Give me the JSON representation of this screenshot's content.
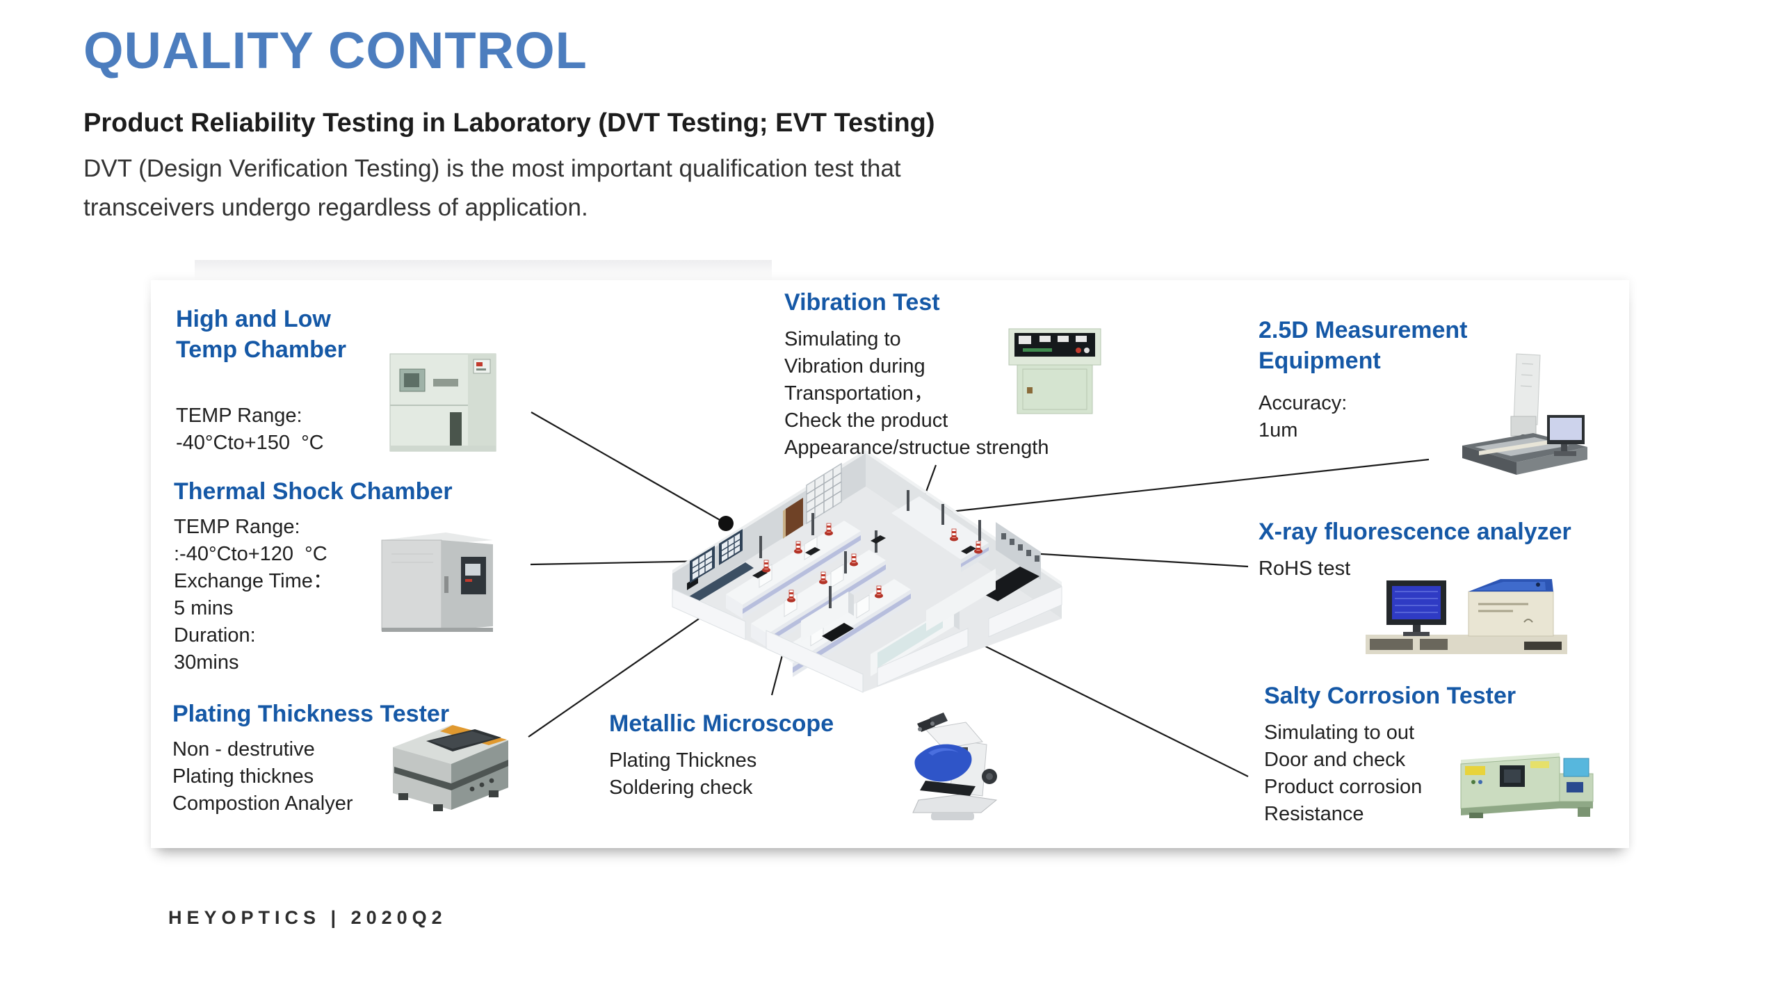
{
  "page": {
    "title": "QUALITY CONTROL",
    "subtitle": "Product Reliability Testing in Laboratory (DVT Testing; EVT Testing)",
    "description_lines": [
      "DVT (Design Verification Testing) is the most important qualification test that",
      "transceivers undergo regardless of application."
    ],
    "footer": "HEYOPTICS | 2020Q2"
  },
  "colors": {
    "title_blue": "#4C7DBE",
    "heading_blue": "#1558A6",
    "body_text": "#202020",
    "connector_line": "#1a1a1a"
  },
  "callouts": {
    "temp_chamber": {
      "title_lines": [
        "High and Low",
        "Temp Chamber"
      ],
      "body_lines": [
        "TEMP Range:",
        "-40°Cto+150  °C"
      ]
    },
    "thermal_shock": {
      "title_lines": [
        "Thermal Shock Chamber"
      ],
      "body_lines": [
        "TEMP Range:",
        ":-40°Cto+120  °C",
        "Exchange Time：",
        "5 mins",
        "Duration:",
        "30mins"
      ]
    },
    "plating": {
      "title_lines": [
        "Plating Thickness Tester"
      ],
      "body_lines": [
        "Non - destrutive",
        "Plating thicknes",
        "Compostion Analyer"
      ]
    },
    "vibration": {
      "title_lines": [
        "Vibration Test"
      ],
      "body_lines": [
        "Simulating to",
        "Vibration during",
        "Transportation，",
        "Check the product",
        "Appearance/structue strength"
      ]
    },
    "metallic": {
      "title_lines": [
        "Metallic Microscope"
      ],
      "body_lines": [
        "Plating Thicknes",
        "Soldering check"
      ]
    },
    "measurement_2_5d": {
      "title_lines": [
        "2.5D Measurement",
        "Equipment"
      ],
      "body_lines": [
        "Accuracy:",
        "1um"
      ]
    },
    "xray": {
      "title_lines": [
        "X-ray fluorescence analyzer"
      ],
      "body_lines": [
        "RoHS test"
      ]
    },
    "salty": {
      "title_lines": [
        "Salty Corrosion Tester"
      ],
      "body_lines": [
        "Simulating to out",
        "Door and check",
        "Product corrosion",
        "Resistance"
      ]
    }
  },
  "images": {
    "lab": "isometric-laboratory-floorplan-illustration",
    "temp_chamber": "high-low-temp-chamber-photo",
    "thermal_shock": "thermal-shock-chamber-photo",
    "plating": "plating-thickness-tester-photo",
    "vibration": "vibration-tester-photo",
    "metallic": "metallic-microscope-photo",
    "measurement_2_5d": "2-5d-measurement-equipment-photo",
    "xray": "x-ray-fluorescence-analyzer-photo",
    "salty": "salty-corrosion-tester-photo"
  }
}
